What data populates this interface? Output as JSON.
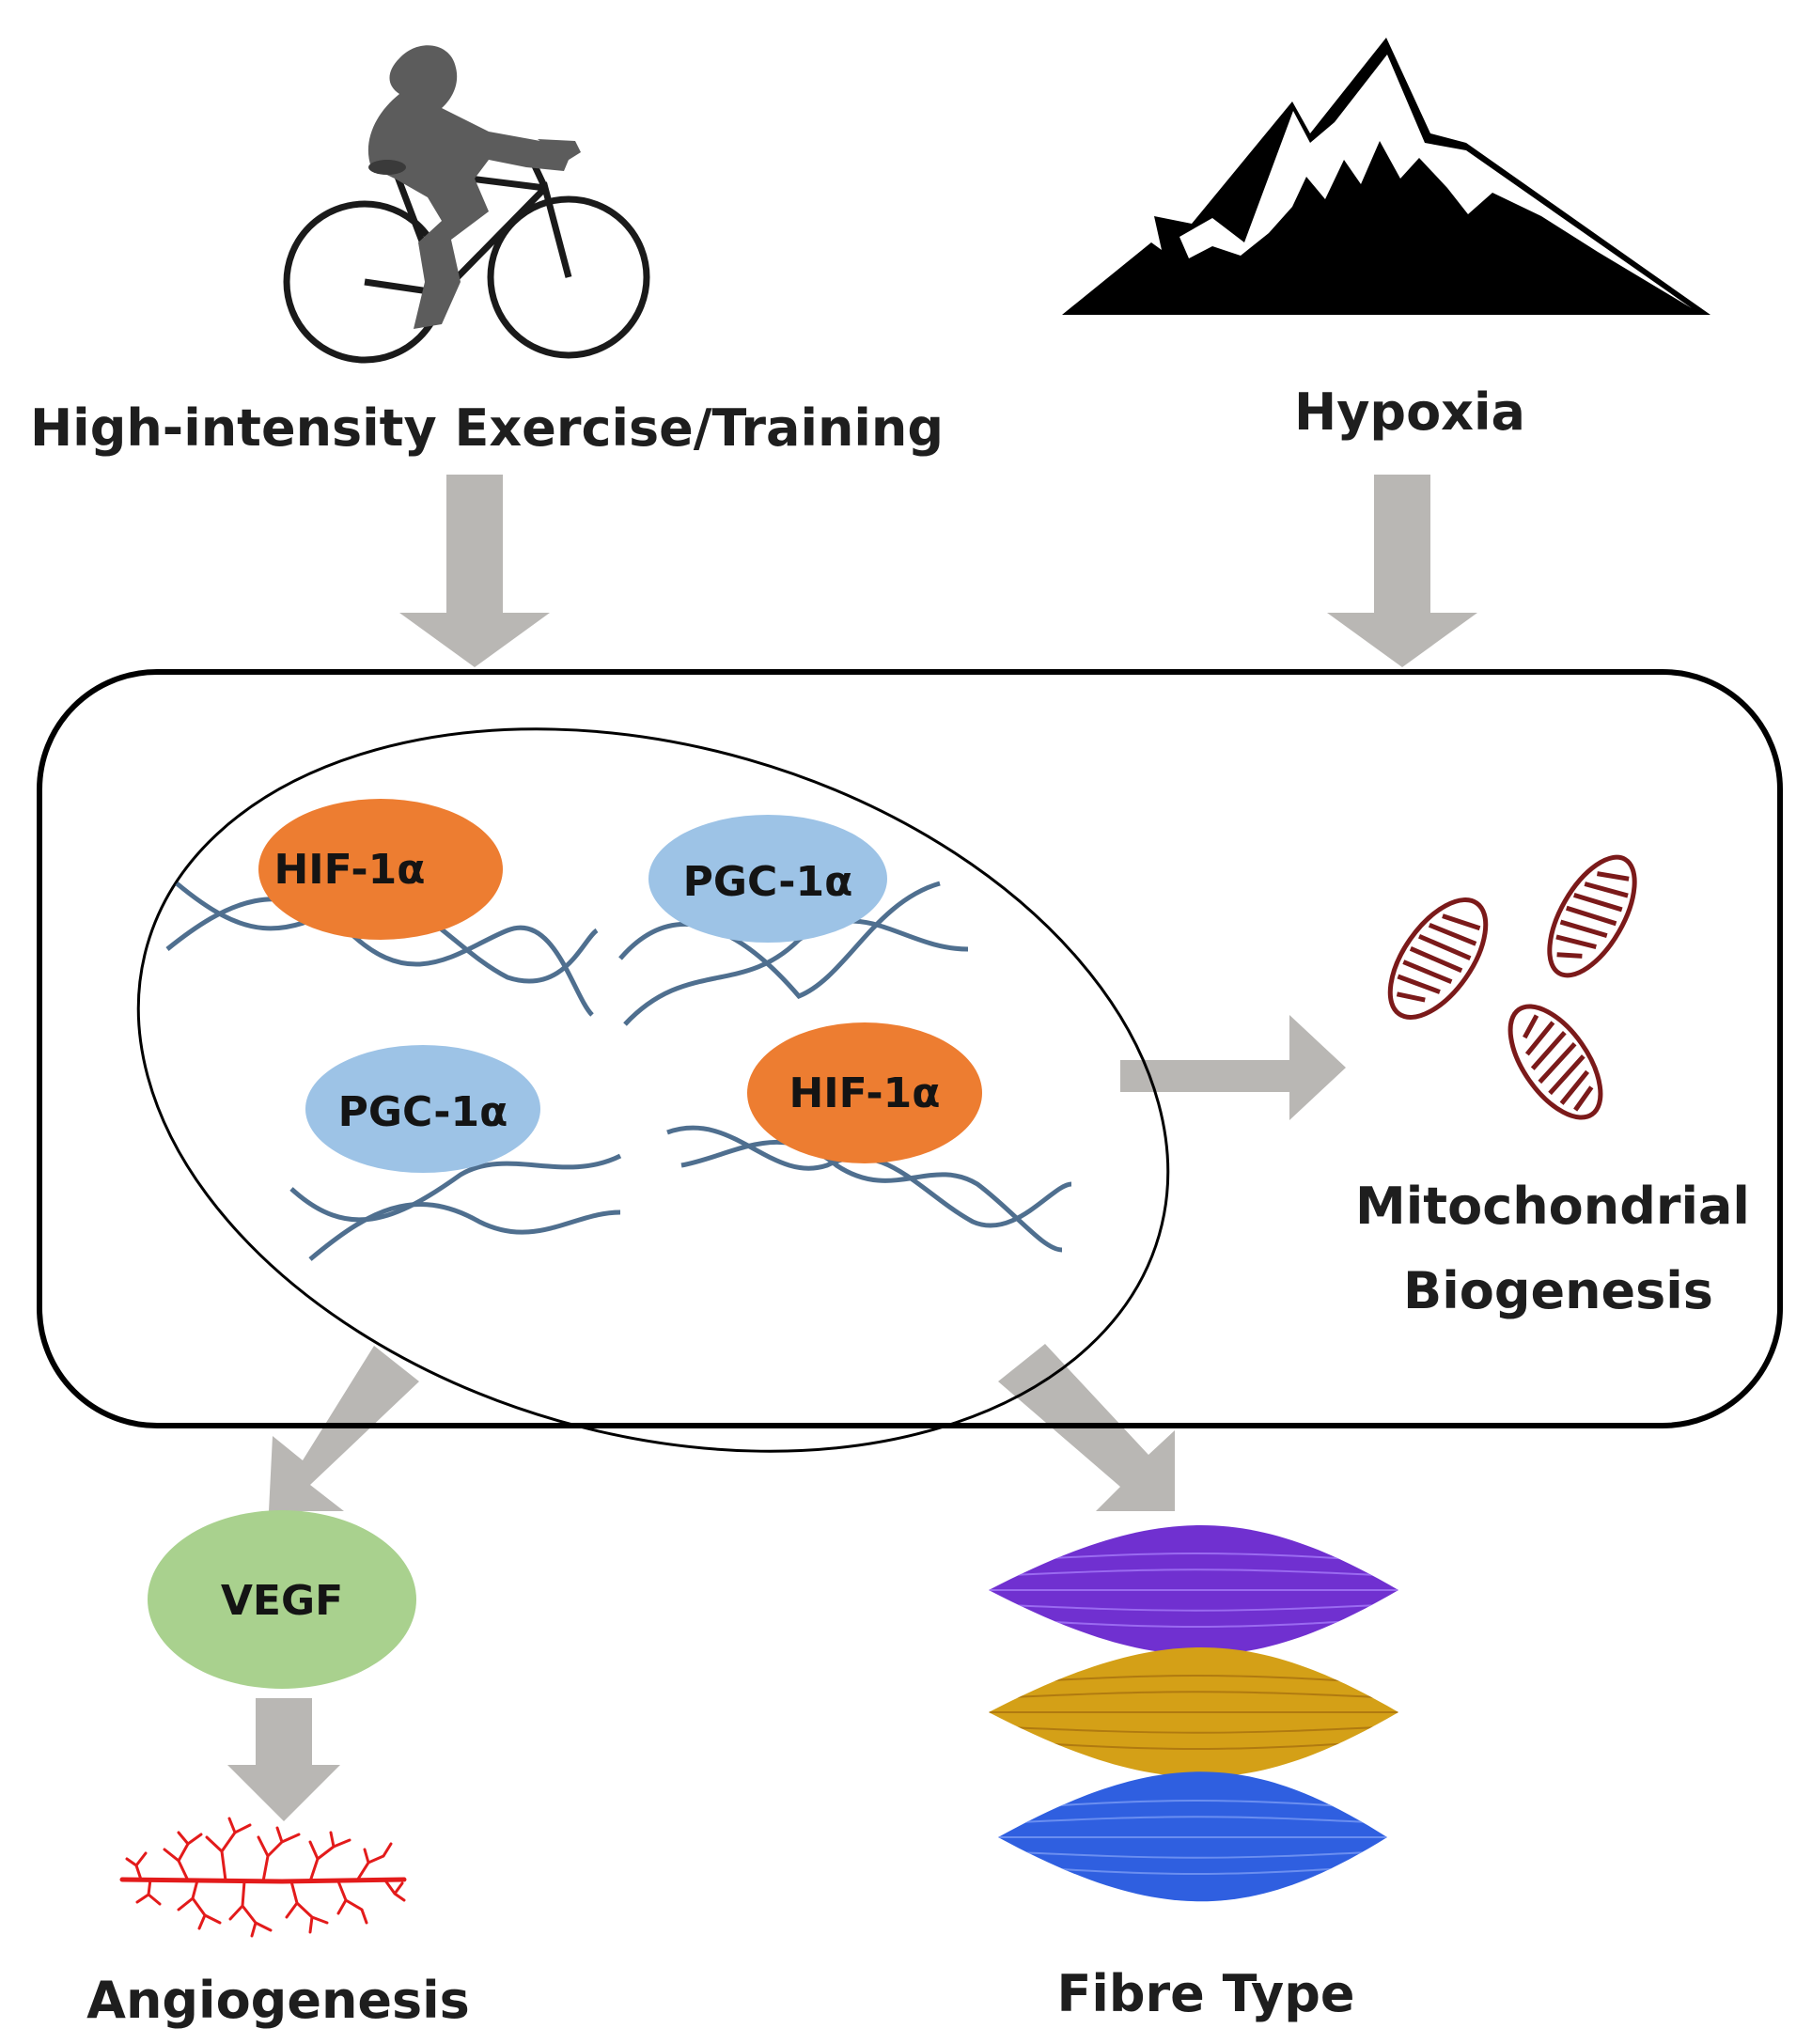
{
  "labels": {
    "exercise": "High-intensity Exercise/Training",
    "hypoxia": "Hypoxia",
    "mito": [
      "Mitochondrial",
      "Biogenesis"
    ],
    "angiogenesis": "Angiogenesis",
    "fibre": "Fibre Type"
  },
  "molecules": {
    "hif1": "HIF-1α",
    "pgc1": "PGC-1α",
    "vegf": "VEGF"
  },
  "colors": {
    "arrow": "#b9b7b4",
    "hif": "#ed7d31",
    "pgc": "#9dc3e6",
    "vegf": "#a9d18e",
    "dna": "#4f6f8f",
    "mitochondria": "#7b1a1a",
    "vessel": "#e31b1b",
    "fibre_purple": "#7030d0",
    "fibre_gold": "#d4a017",
    "fibre_blue": "#2f5fe0"
  },
  "icons": [
    "cyclist-icon",
    "mountain-icon",
    "dna-icon",
    "mitochondria-icon",
    "blood-vessel-icon",
    "muscle-fibre-icon"
  ]
}
